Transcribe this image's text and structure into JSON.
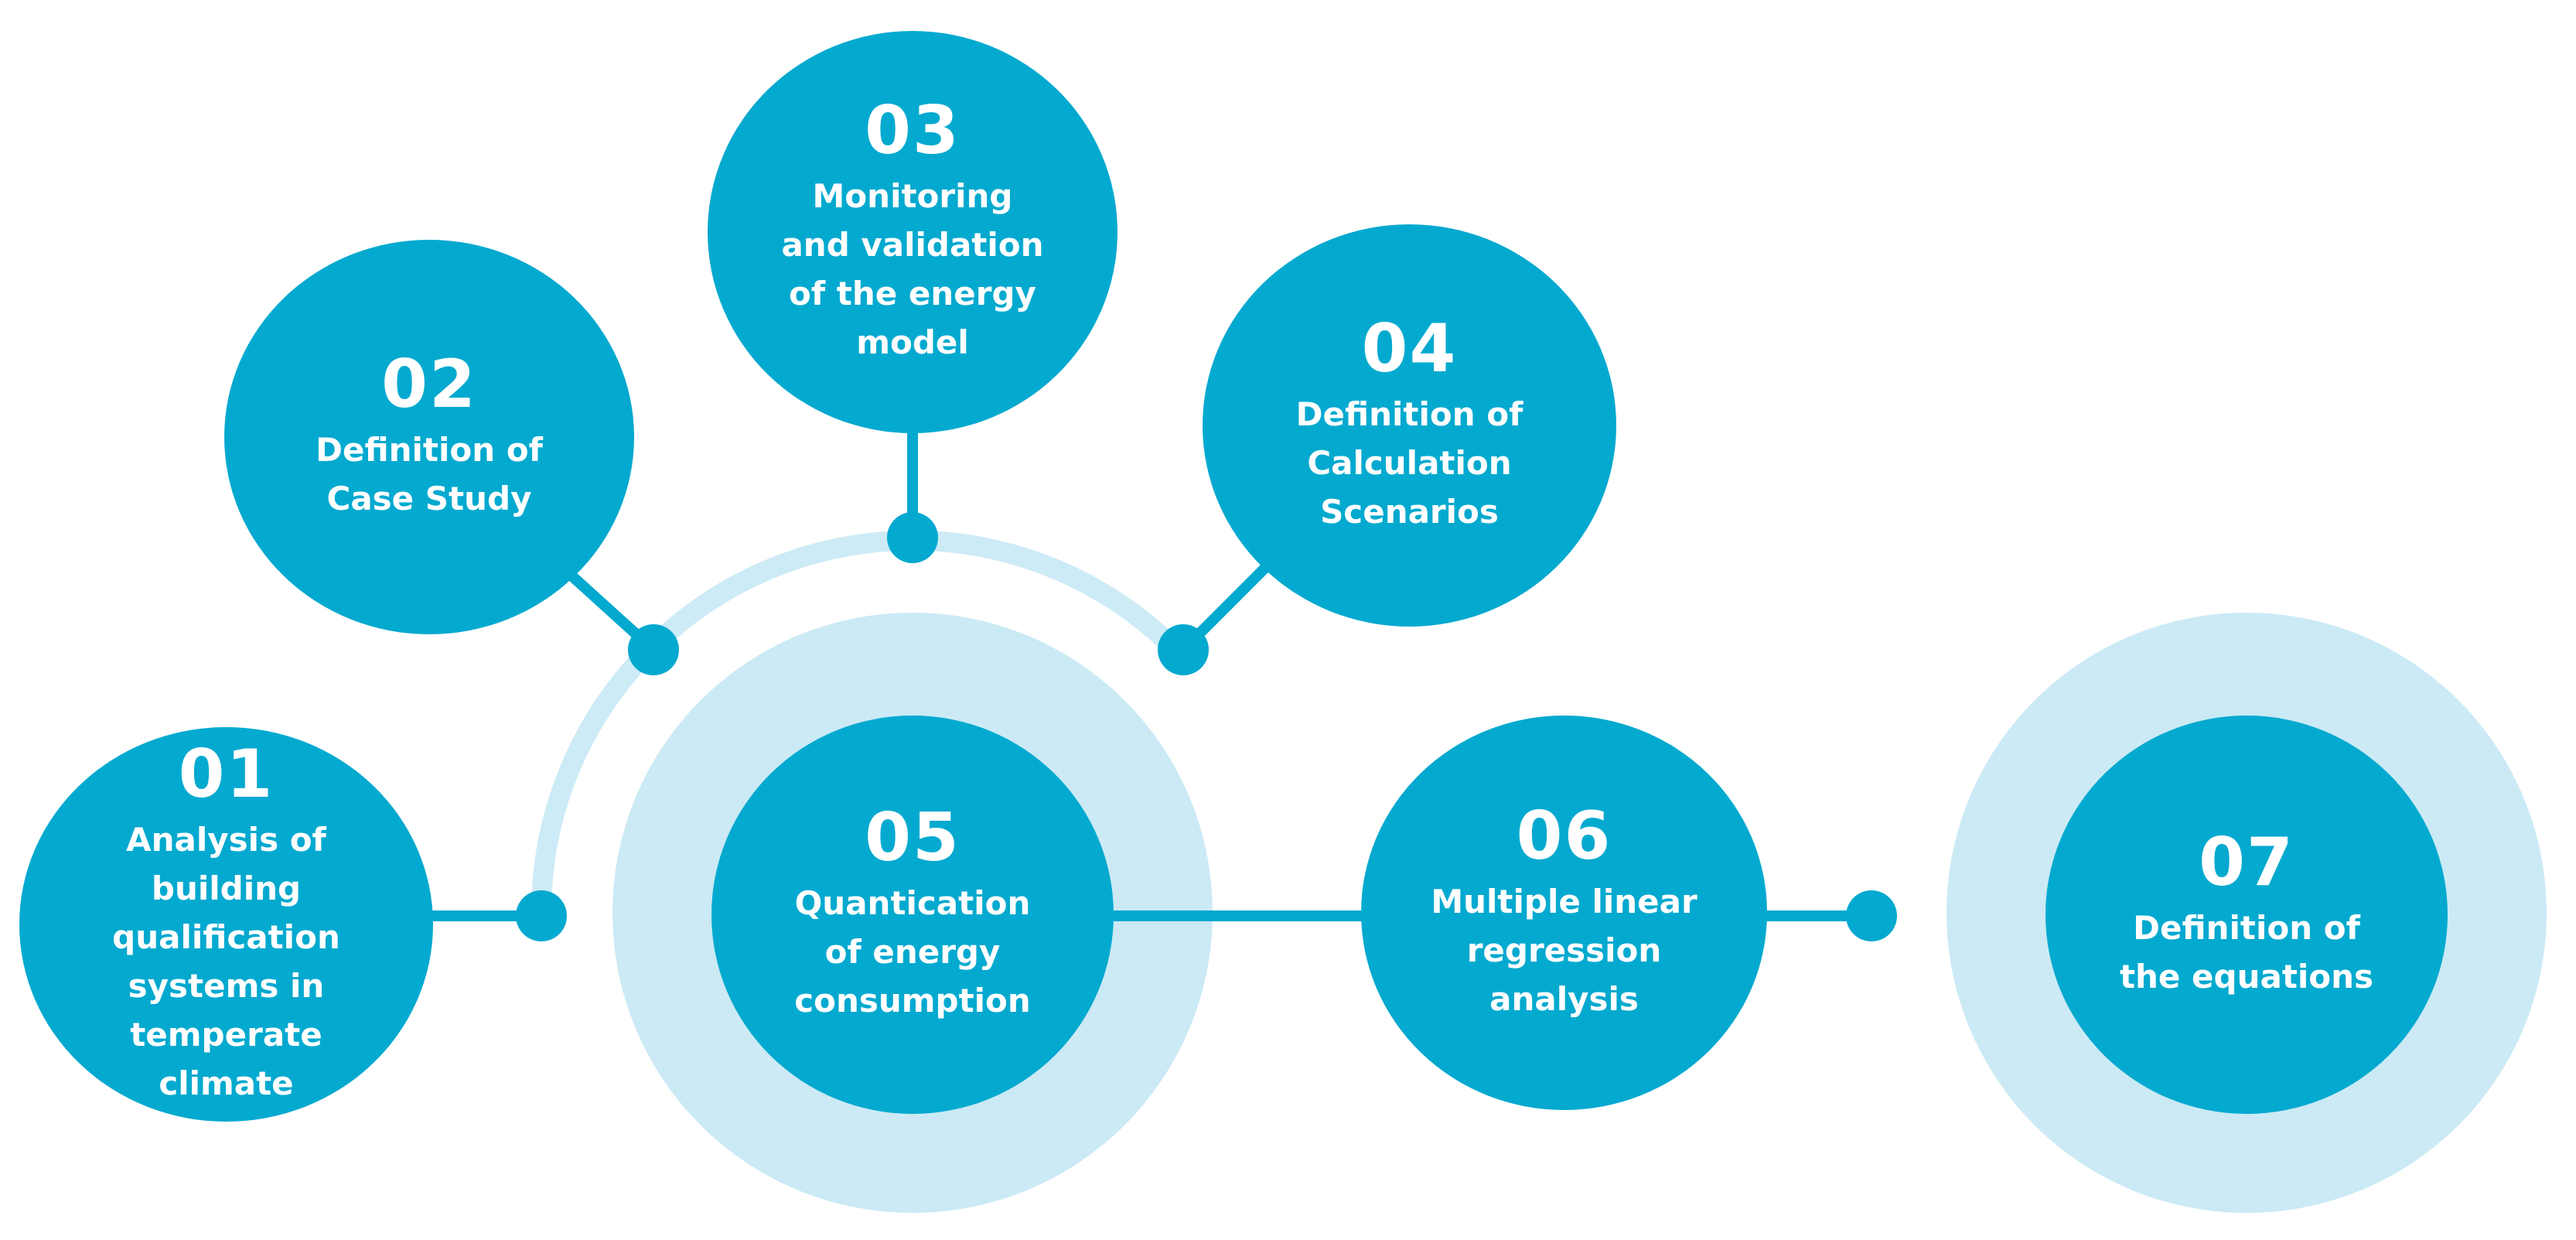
{
  "colors": {
    "primary": "#03a9cf",
    "halo": "#cbeaf5",
    "arc": "#cdebf6"
  },
  "steps": [
    {
      "number": "01",
      "lines": [
        "Analysis of",
        "building",
        "qualification",
        "systems in",
        "temperate",
        "climate"
      ]
    },
    {
      "number": "02",
      "lines": [
        "Definition of",
        "Case Study"
      ]
    },
    {
      "number": "03",
      "lines": [
        "Monitoring",
        "and validation",
        "of the energy",
        "model"
      ]
    },
    {
      "number": "04",
      "lines": [
        "Definition of",
        "Calculation",
        "Scenarios"
      ]
    },
    {
      "number": "05",
      "lines": [
        "Quantication",
        "of energy",
        "consumption"
      ]
    },
    {
      "number": "06",
      "lines": [
        "Multiple linear",
        "regression",
        "analysis"
      ]
    },
    {
      "number": "07",
      "lines": [
        "Definition of",
        "the equations"
      ]
    }
  ]
}
